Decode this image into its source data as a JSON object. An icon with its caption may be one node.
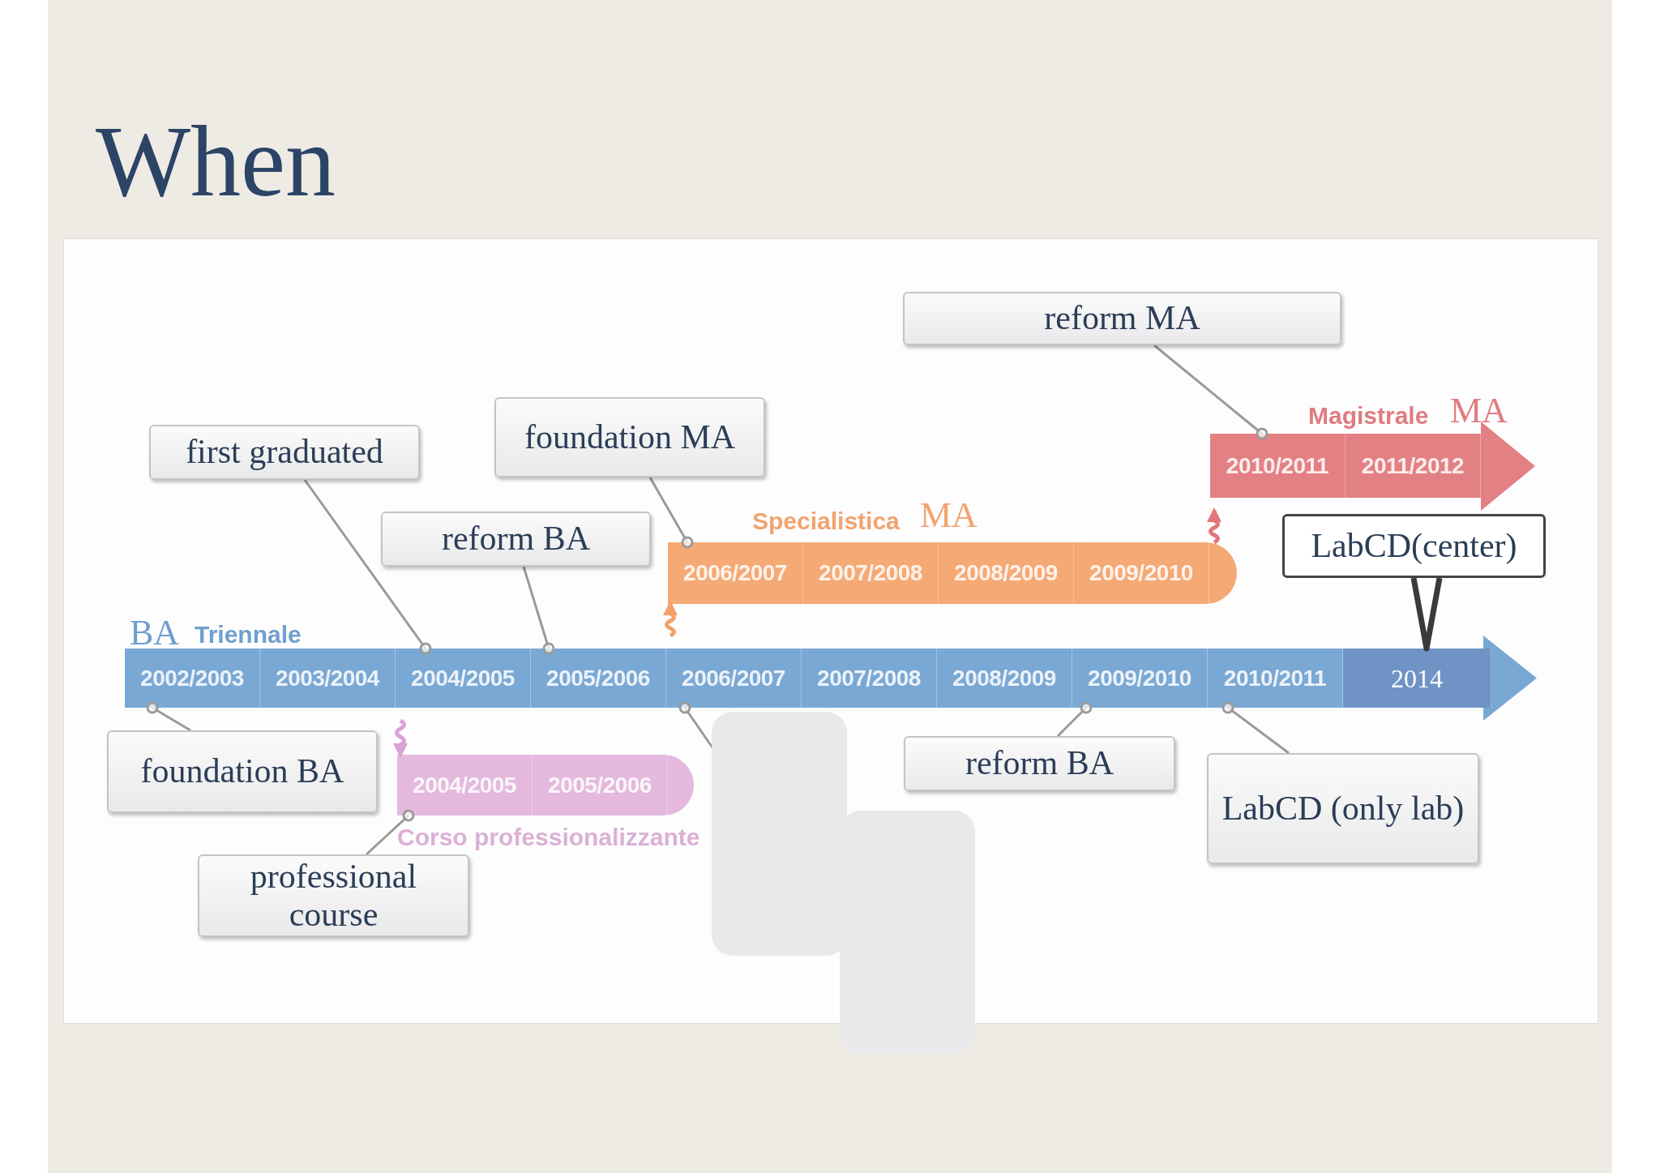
{
  "diagram": {
    "title": "When",
    "nodes": [
      {
        "text": [
          "reform MA"
        ]
      },
      {
        "text": [],
        "shape": "bar"
      },
      {
        "text": [
          "2010/2011"
        ],
        "in": 1
      },
      {
        "text": [
          "2011/2012"
        ],
        "in": 1
      },
      {
        "text": [
          "first graduated"
        ]
      },
      {
        "text": [
          "foundation MA"
        ]
      },
      {
        "text": [],
        "shape": "bar"
      },
      {
        "text": [
          "2006/2007"
        ],
        "in": 6
      },
      {
        "text": [
          "2007/2008"
        ],
        "in": 6
      },
      {
        "text": [
          "2008/2009"
        ],
        "in": 6
      },
      {
        "text": [
          "2009/2010"
        ],
        "in": 6
      },
      {
        "text": [
          "reform BA"
        ]
      },
      {
        "text": [
          "LabCD(center)"
        ]
      },
      {
        "text": [],
        "shape": "bar"
      },
      {
        "text": [
          "2002/2003"
        ],
        "in": 13
      },
      {
        "text": [
          "2003/2004"
        ],
        "in": 13
      },
      {
        "text": [
          "2004/2005"
        ],
        "in": 13
      },
      {
        "text": [
          "2005/2006"
        ],
        "in": 13
      },
      {
        "text": [
          "2006/2007"
        ],
        "in": 13
      },
      {
        "text": [
          "2007/2008"
        ],
        "in": 13
      },
      {
        "text": [
          "2008/2009"
        ],
        "in": 13
      },
      {
        "text": [
          "2009/2010"
        ],
        "in": 13
      },
      {
        "text": [
          "2010/2011"
        ],
        "in": 13
      },
      {
        "text": [
          "2014"
        ],
        "in": 13
      },
      {
        "text": [
          "foundation BA"
        ]
      },
      {
        "text": [],
        "shape": "bar"
      },
      {
        "text": [
          "2004/2005"
        ],
        "in": 25
      },
      {
        "text": [
          "2005/2006"
        ],
        "in": 25
      },
      {
        "text": [
          "reform BA"
        ]
      },
      {
        "text": [
          "LabCD (only lab)"
        ]
      },
      {
        "text": [
          "professional course"
        ]
      }
    ],
    "edges": [
      {
        "from": 0,
        "to": 2,
        "arrow": "other"
      },
      {
        "from": 4,
        "to": 16,
        "arrow": "other"
      },
      {
        "from": 5,
        "to": 7,
        "arrow": "other"
      },
      {
        "from": 11,
        "to": 17,
        "arrow": "other"
      },
      {
        "from": 12,
        "to": 23,
        "arrow": "none",
        "style": "thick",
        "color": "#3a3a3a"
      },
      {
        "from": 24,
        "to": 14,
        "arrow": "other"
      },
      {
        "from": 30,
        "to": 26,
        "arrow": "other"
      },
      {
        "from": 28,
        "to": 21,
        "arrow": "other"
      },
      {
        "from": 29,
        "to": 22,
        "arrow": "other"
      },
      {
        "from": null,
        "to": 18,
        "arrow": "other"
      },
      {
        "from": 13,
        "to": 6,
        "arrow": "to",
        "color": "#f4a06a"
      },
      {
        "from": 6,
        "to": 1,
        "arrow": "to",
        "color": "#e0787a"
      },
      {
        "from": 13,
        "to": 25,
        "arrow": "to",
        "color": "#d9a3d3"
      }
    ],
    "labels": [
      "BA",
      "Triennale",
      "Specialistica",
      "MA",
      "Magistrale",
      "MA",
      "Corso professionalizzante"
    ]
  }
}
